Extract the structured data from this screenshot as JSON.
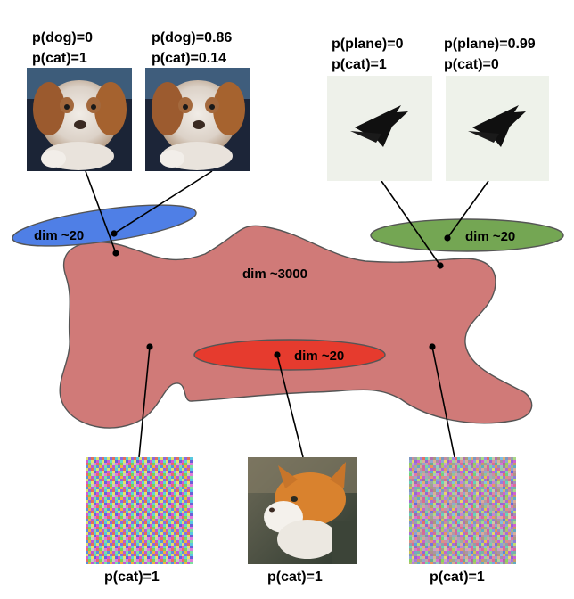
{
  "top_images": [
    {
      "prob_line1": "p(dog)=0",
      "prob_line2": "p(cat)=1",
      "image": "dog-photo"
    },
    {
      "prob_line1": "p(dog)=0.86",
      "prob_line2": "p(cat)=0.14",
      "image": "dog-photo"
    },
    {
      "prob_line1": "p(plane)=0",
      "prob_line2": "p(cat)=1",
      "image": "plane-photo"
    },
    {
      "prob_line1": "p(plane)=0.99",
      "prob_line2": "p(cat)=0",
      "image": "plane-photo"
    }
  ],
  "regions": {
    "main": {
      "label": "dim ~3000",
      "color": "#d07a78"
    },
    "dog_subspace": {
      "label": "dim ~20",
      "color": "#4f7fe6"
    },
    "plane_subspace": {
      "label": "dim ~20",
      "color": "#74a653"
    },
    "cat_subspace": {
      "label": "dim ~20",
      "color": "#e63b2e"
    }
  },
  "bottom_images": [
    {
      "label": "p(cat)=1",
      "image": "noise-pattern"
    },
    {
      "label": "p(cat)=1",
      "image": "cat-photo"
    },
    {
      "label": "p(cat)=1",
      "image": "noise-pattern"
    }
  ]
}
